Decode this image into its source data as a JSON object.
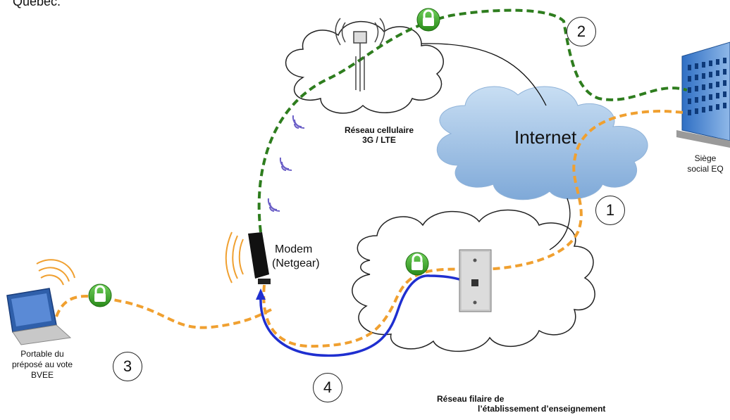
{
  "header": {
    "text": "Québec."
  },
  "labels": {
    "cellular_line1": "Réseau cellulaire",
    "cellular_line2": "3G / LTE",
    "internet": "Internet",
    "siege_line1": "Siège",
    "siege_line2": "social EQ",
    "modem_line1": "Modem",
    "modem_line2": "(Netgear)",
    "laptop_line1": "Portable du",
    "laptop_line2": "préposé au vote",
    "laptop_line3": "BVEE",
    "wired_line1": "Réseau filaire de",
    "wired_line2": "l’établissement d’enseignement"
  },
  "markers": {
    "m1": "1",
    "m2": "2",
    "m3": "3",
    "m4": "4"
  },
  "colors": {
    "green_path": "#2e7d1e",
    "orange_path": "#f0a030",
    "blue_cable": "#1f2fd0",
    "lock_green": "#3aa02a",
    "internet_cloud": "#9fc4e8",
    "wifi_orange": "#f0a030",
    "wifi_purple": "#6b5fc7"
  },
  "icons": [
    "lock-icon",
    "cell-tower-icon",
    "building-icon",
    "laptop-icon",
    "modem-icon",
    "wall-jack-icon",
    "wifi-waves-icon"
  ]
}
